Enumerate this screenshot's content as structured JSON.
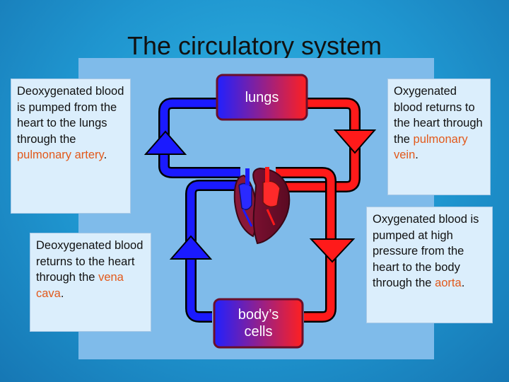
{
  "title": "The circulatory system",
  "nodes": {
    "lungs": "lungs",
    "body_cells_line1": "body’s",
    "body_cells_line2": "cells"
  },
  "boxes": {
    "top_left": {
      "text": "Deoxygenated blood is pumped from the heart to the lungs through the ",
      "highlight": "pulmonary artery",
      "end": "."
    },
    "bottom_left": {
      "text": "Deoxygenated blood returns to the heart through the ",
      "highlight": "vena cava",
      "end": "."
    },
    "top_right": {
      "text": "Oxygenated blood returns to the heart through the ",
      "highlight": "pulmonary vein",
      "end": "."
    },
    "bottom_right": {
      "text": "Oxygenated blood is pumped at high pressure from the heart to the body through the ",
      "highlight": "aorta",
      "end": "."
    }
  },
  "colors": {
    "deoxygenated": "#1a1aff",
    "oxygenated": "#ff1a1a",
    "highlight": "#e2591b",
    "box_border": "#6a0f2a"
  }
}
